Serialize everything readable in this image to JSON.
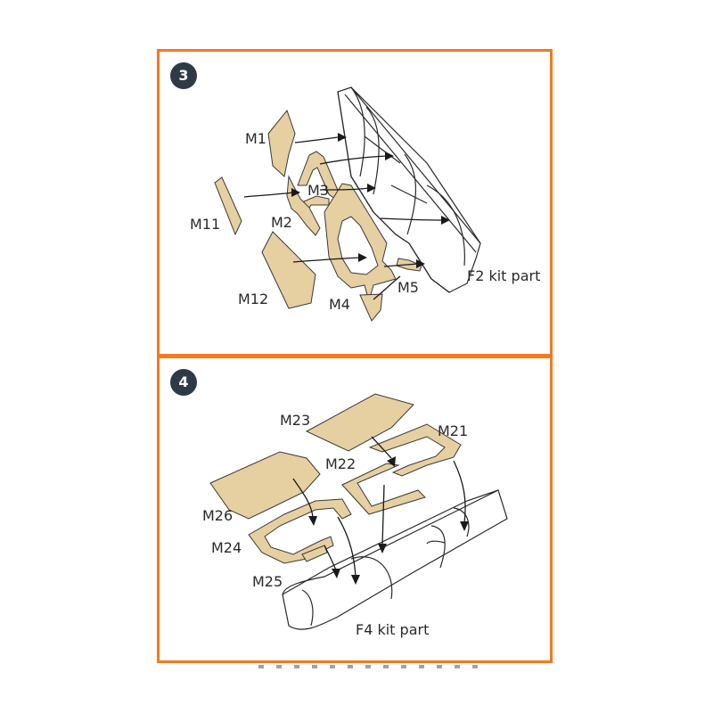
{
  "steps": [
    {
      "number": "3",
      "kit_part_label": "F2 kit part",
      "mask_labels": {
        "m1": "M1",
        "m2": "M2",
        "m3": "M3",
        "m4": "M4",
        "m5": "M5",
        "m11": "M11",
        "m12": "M12"
      }
    },
    {
      "number": "4",
      "kit_part_label": "F4 kit part",
      "mask_labels": {
        "m21": "M21",
        "m22": "M22",
        "m23": "M23",
        "m24": "M24",
        "m25": "M25",
        "m26": "M26"
      }
    }
  ],
  "colors": {
    "panel_border": "#f37a21",
    "badge": "#2e3b47",
    "mask_fill": "#e6cfa1"
  }
}
